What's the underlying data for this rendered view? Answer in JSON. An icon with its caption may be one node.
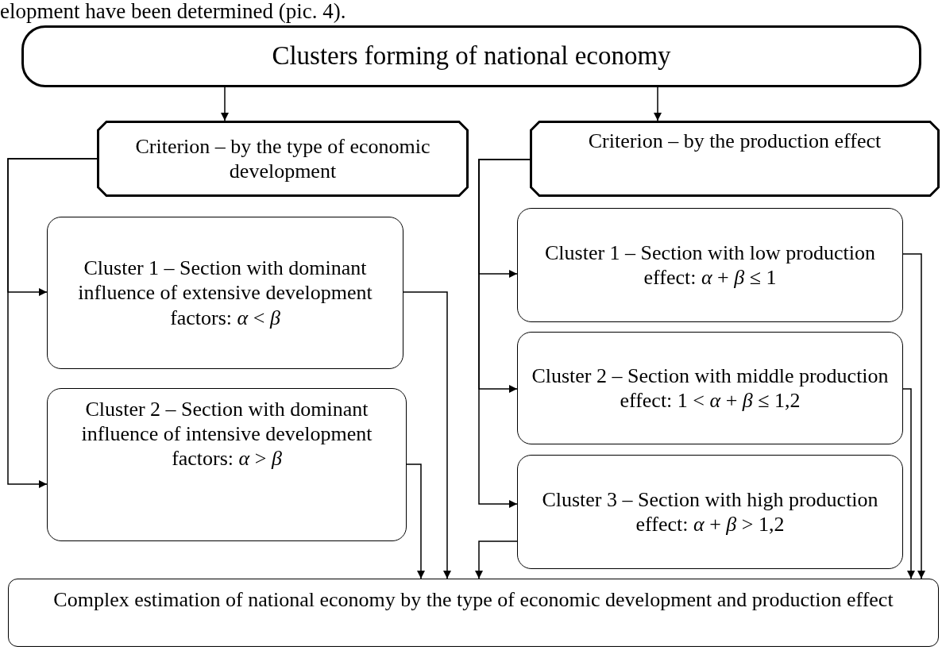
{
  "diagram": {
    "nodes": [
      {
        "text": [
          "Clusters forming of national economy"
        ]
      },
      {
        "text": [
          "Criterion – by the type of economic development"
        ]
      },
      {
        "text": [
          "Criterion – by the production effect"
        ]
      },
      {
        "text": [
          "Cluster 1 – Section with dominant influence of extensive development factors:  *α* < *β*"
        ]
      },
      {
        "text": [
          "Cluster 2 – Section with dominant influence of intensive development factors: *α* > *β*"
        ]
      },
      {
        "text": [
          "Cluster 1 – Section with low production effect: *α* + *β* ≤ 1"
        ]
      },
      {
        "text": [
          "Cluster 2 – Section with middle production effect: 1 < *α* + *β* ≤ 1,2"
        ]
      },
      {
        "text": [
          "Cluster 3 – Section with high production effect: *α* + *β* > 1,2"
        ]
      },
      {
        "text": [
          "Complex estimation of national economy by the type of economic development and production effect"
        ]
      }
    ],
    "edges": [
      {
        "from": 0,
        "to": 1,
        "arrow": "to"
      },
      {
        "from": 0,
        "to": 2,
        "arrow": "to"
      },
      {
        "from": 1,
        "to": 3,
        "arrow": "to"
      },
      {
        "from": 1,
        "to": 4,
        "arrow": "to"
      },
      {
        "from": 2,
        "to": 5,
        "arrow": "to"
      },
      {
        "from": 2,
        "to": 6,
        "arrow": "to"
      },
      {
        "from": 2,
        "to": 7,
        "arrow": "to"
      },
      {
        "from": 4,
        "to": 8,
        "arrow": "to"
      },
      {
        "from": 3,
        "to": 8,
        "arrow": "to"
      },
      {
        "from": 7,
        "to": 8,
        "arrow": "to"
      },
      {
        "from": 6,
        "to": 8,
        "arrow": "to"
      },
      {
        "from": 5,
        "to": 8,
        "arrow": "to"
      }
    ],
    "labels": [
      "elopment have been determined (pic. 4)."
    ]
  }
}
